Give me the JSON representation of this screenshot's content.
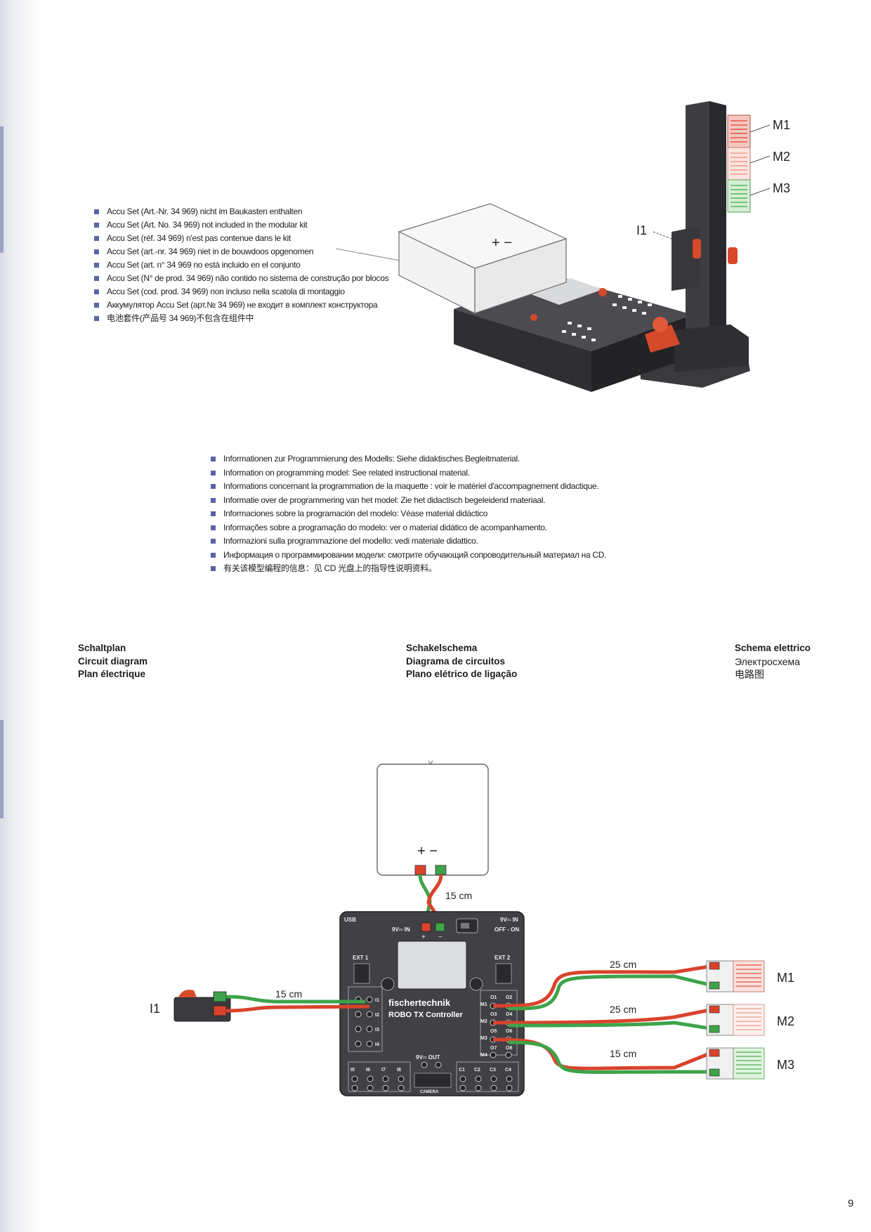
{
  "accu_list": [
    "Accu Set (Art.-Nr. 34 969) nicht im Baukasten enthalten",
    "Accu Set (Art. No. 34 969) not included in the modular kit",
    "Accu Set (réf. 34 969) n'est pas contenue dans le kit",
    "Accu Set (art.-nr. 34 969) niet in de bouwdoos opgenomen",
    "Accu Set (art. n° 34 969 no está incluido en el conjunto",
    "Accu Set (N° de prod. 34 969) não contido no sistema de construção por blocos",
    "Accu Set (cod. prod. 34 969) non incluso nella scatola di montaggio",
    "Аккумулятор Accu Set (арт.№ 34 969) не входит в комплект конструктора",
    "电池套件(产品号 34 969)不包含在组件中"
  ],
  "info_list": [
    "Informationen zur Programmierung des Modells: Siehe didaktisches Begleitmaterial.",
    "Information on programming model: See related instructional material.",
    "Informations concernant la programmation de la maquette : voir le matériel d'accompagnement didactique.",
    "Informatie over de programmering van het model: Zie het didactisch begeleidend materiaal.",
    "Informaciones sobre la programación del modelo: Véase material didáctico",
    "Informações sobre a programação do modelo: ver o material didático de acompanhamento.",
    "Informazioni sulla programmazione del modello: vedi materiale didattico.",
    "Информация о программировании модели: смотрите обучающий сопроводительный материал на CD.",
    "有关该模型编程的信息：见 CD 光盘上的指导性说明资料。"
  ],
  "headings": {
    "left": [
      "Schaltplan",
      "Circuit diagram",
      "Plan électrique"
    ],
    "center": [
      "Schakelschema",
      "Diagrama de circuitos",
      "Plano elétrico de ligação"
    ],
    "right": [
      "Schema elettrico",
      "Электросхема",
      "电路图"
    ]
  },
  "model": {
    "lamp_labels": [
      "M1",
      "M2",
      "M3"
    ],
    "switch_label": "I1",
    "battery_terminals": "+ −"
  },
  "circuit": {
    "battery_plus_minus": "+ −",
    "battery_cable": "15 cm",
    "switch_cable": "15 cm",
    "switch_label": "I1",
    "controller": {
      "usb": "USB",
      "in_left": "9V═ IN",
      "in_right": "9V═ IN",
      "off_on": "OFF - ON",
      "ext1": "EXT 1",
      "ext2": "EXT 2",
      "brand": "fischertechnik",
      "model": "ROBO TX Controller",
      "out": "9V═ OUT",
      "camera": "CAMERA",
      "inputs_left": [
        "I1",
        "I2",
        "I3",
        "I4"
      ],
      "inputs_bottom": [
        "I5",
        "I6",
        "I7",
        "I8"
      ],
      "counters": [
        "C1",
        "C2",
        "C3",
        "C4"
      ],
      "outputs": [
        "O1",
        "O2",
        "O3",
        "O4",
        "O5",
        "O6",
        "O7",
        "O8"
      ],
      "motors": [
        "M1",
        "M2",
        "M3",
        "M4"
      ]
    },
    "lamps": [
      {
        "label": "M1",
        "cable": "25 cm",
        "color": "#e0504a"
      },
      {
        "label": "M2",
        "cable": "25 cm",
        "color": "#ee9a8c"
      },
      {
        "label": "M3",
        "cable": "15 cm",
        "color": "#4fae57"
      }
    ]
  },
  "page_number": "9"
}
